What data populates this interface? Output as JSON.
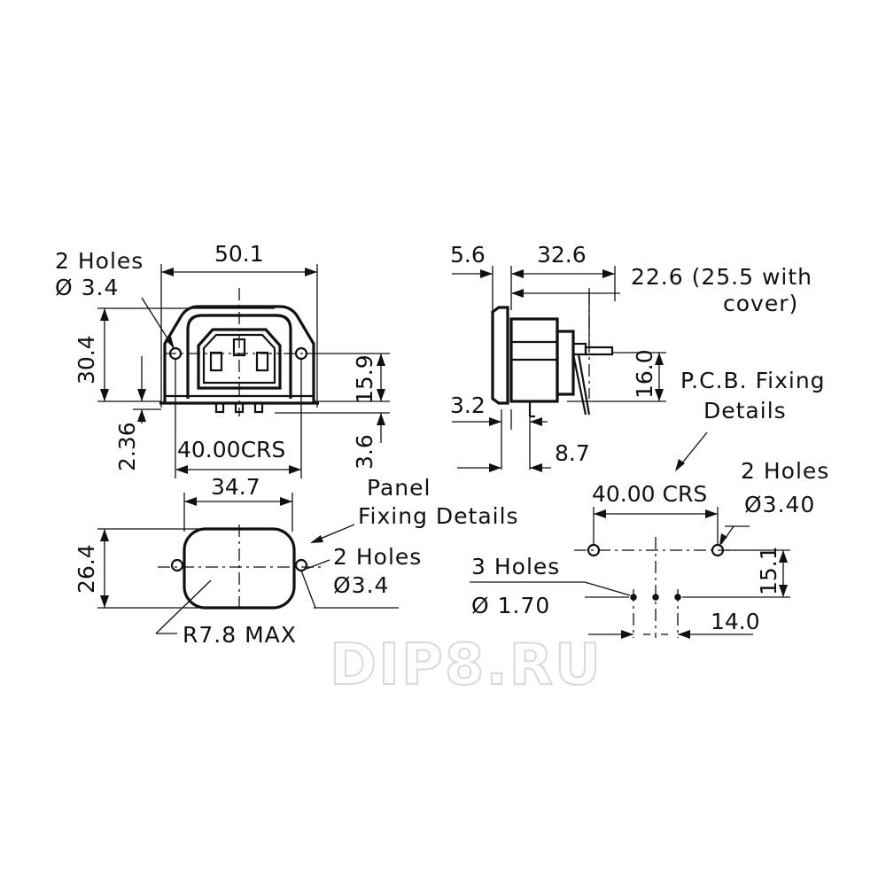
{
  "front_view": {
    "holes_label_1": "2 Holes",
    "holes_label_2": "Ø 3.4",
    "width": "50.1",
    "height": "30.4",
    "offset_a": "2.36",
    "crs": "40.00CRS",
    "right_h": "15.9",
    "right_h2": "3.6"
  },
  "panel_view": {
    "width": "34.7",
    "height": "26.4",
    "title_1": "Panel",
    "title_2": "Fixing Details",
    "holes_label_1": "2 Holes",
    "holes_label_2": "Ø3.4",
    "radius": "R7.8  MAX"
  },
  "side_view": {
    "d1": "5.6",
    "d2": "32.6",
    "d3_1": "22.6 (25.5  with",
    "d3_2": "cover)",
    "h": "16.0",
    "d4": "3.2",
    "d5": "8.7"
  },
  "pcb_view": {
    "title_1": "P.C.B.  Fixing",
    "title_2": "Details",
    "crs": "40.00 CRS",
    "holes_a_1": "2 Holes",
    "holes_a_2": "Ø3.40",
    "holes_b_1": "3 Holes",
    "holes_b_2": "Ø 1.70",
    "h": "15.1",
    "d": "14.0"
  },
  "watermark": "DIP8.RU"
}
